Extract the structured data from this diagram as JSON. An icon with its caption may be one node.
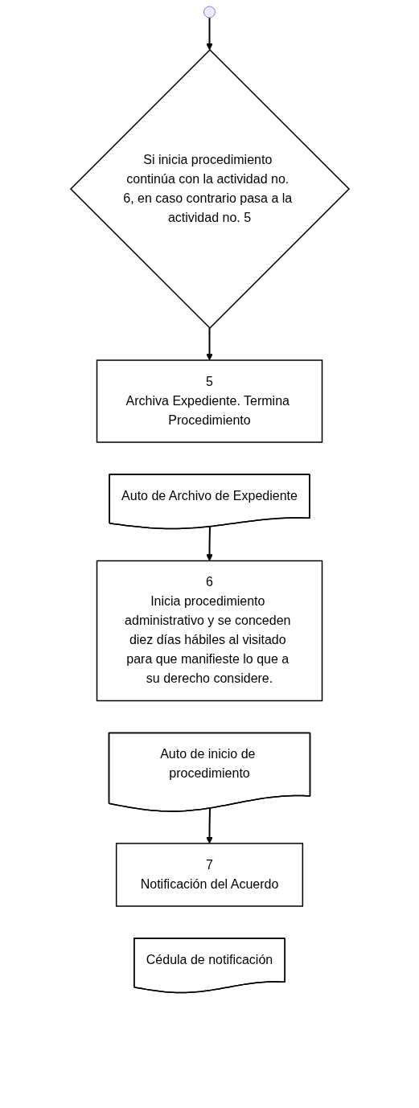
{
  "diagram": {
    "nodes": [
      {
        "text": [
          "Si inicia procedimiento continúa con la actividad no. 6, en caso contrario pasa a la actividad no. 5"
        ]
      },
      {
        "text": [
          "5",
          "Archiva Expediente. Termina Procedimiento"
        ]
      },
      {
        "text": [
          "Auto de Archivo de Expediente"
        ]
      },
      {
        "text": [
          "6",
          "Inicia procedimiento administrativo y se conceden diez días hábiles al visitado para que manifieste lo que a su derecho considere."
        ]
      },
      {
        "text": [
          "Auto de inicio de procedimiento"
        ]
      },
      {
        "text": [
          "7",
          "Notificación del Acuerdo"
        ]
      },
      {
        "text": [
          "Cédula de notificación"
        ]
      }
    ],
    "edges": [
      {
        "from": null,
        "to": 0,
        "arrow": "to"
      },
      {
        "from": 0,
        "to": 1,
        "arrow": "to"
      },
      {
        "from": 2,
        "to": 3,
        "arrow": "to"
      },
      {
        "from": 4,
        "to": 5,
        "arrow": "to"
      }
    ]
  }
}
